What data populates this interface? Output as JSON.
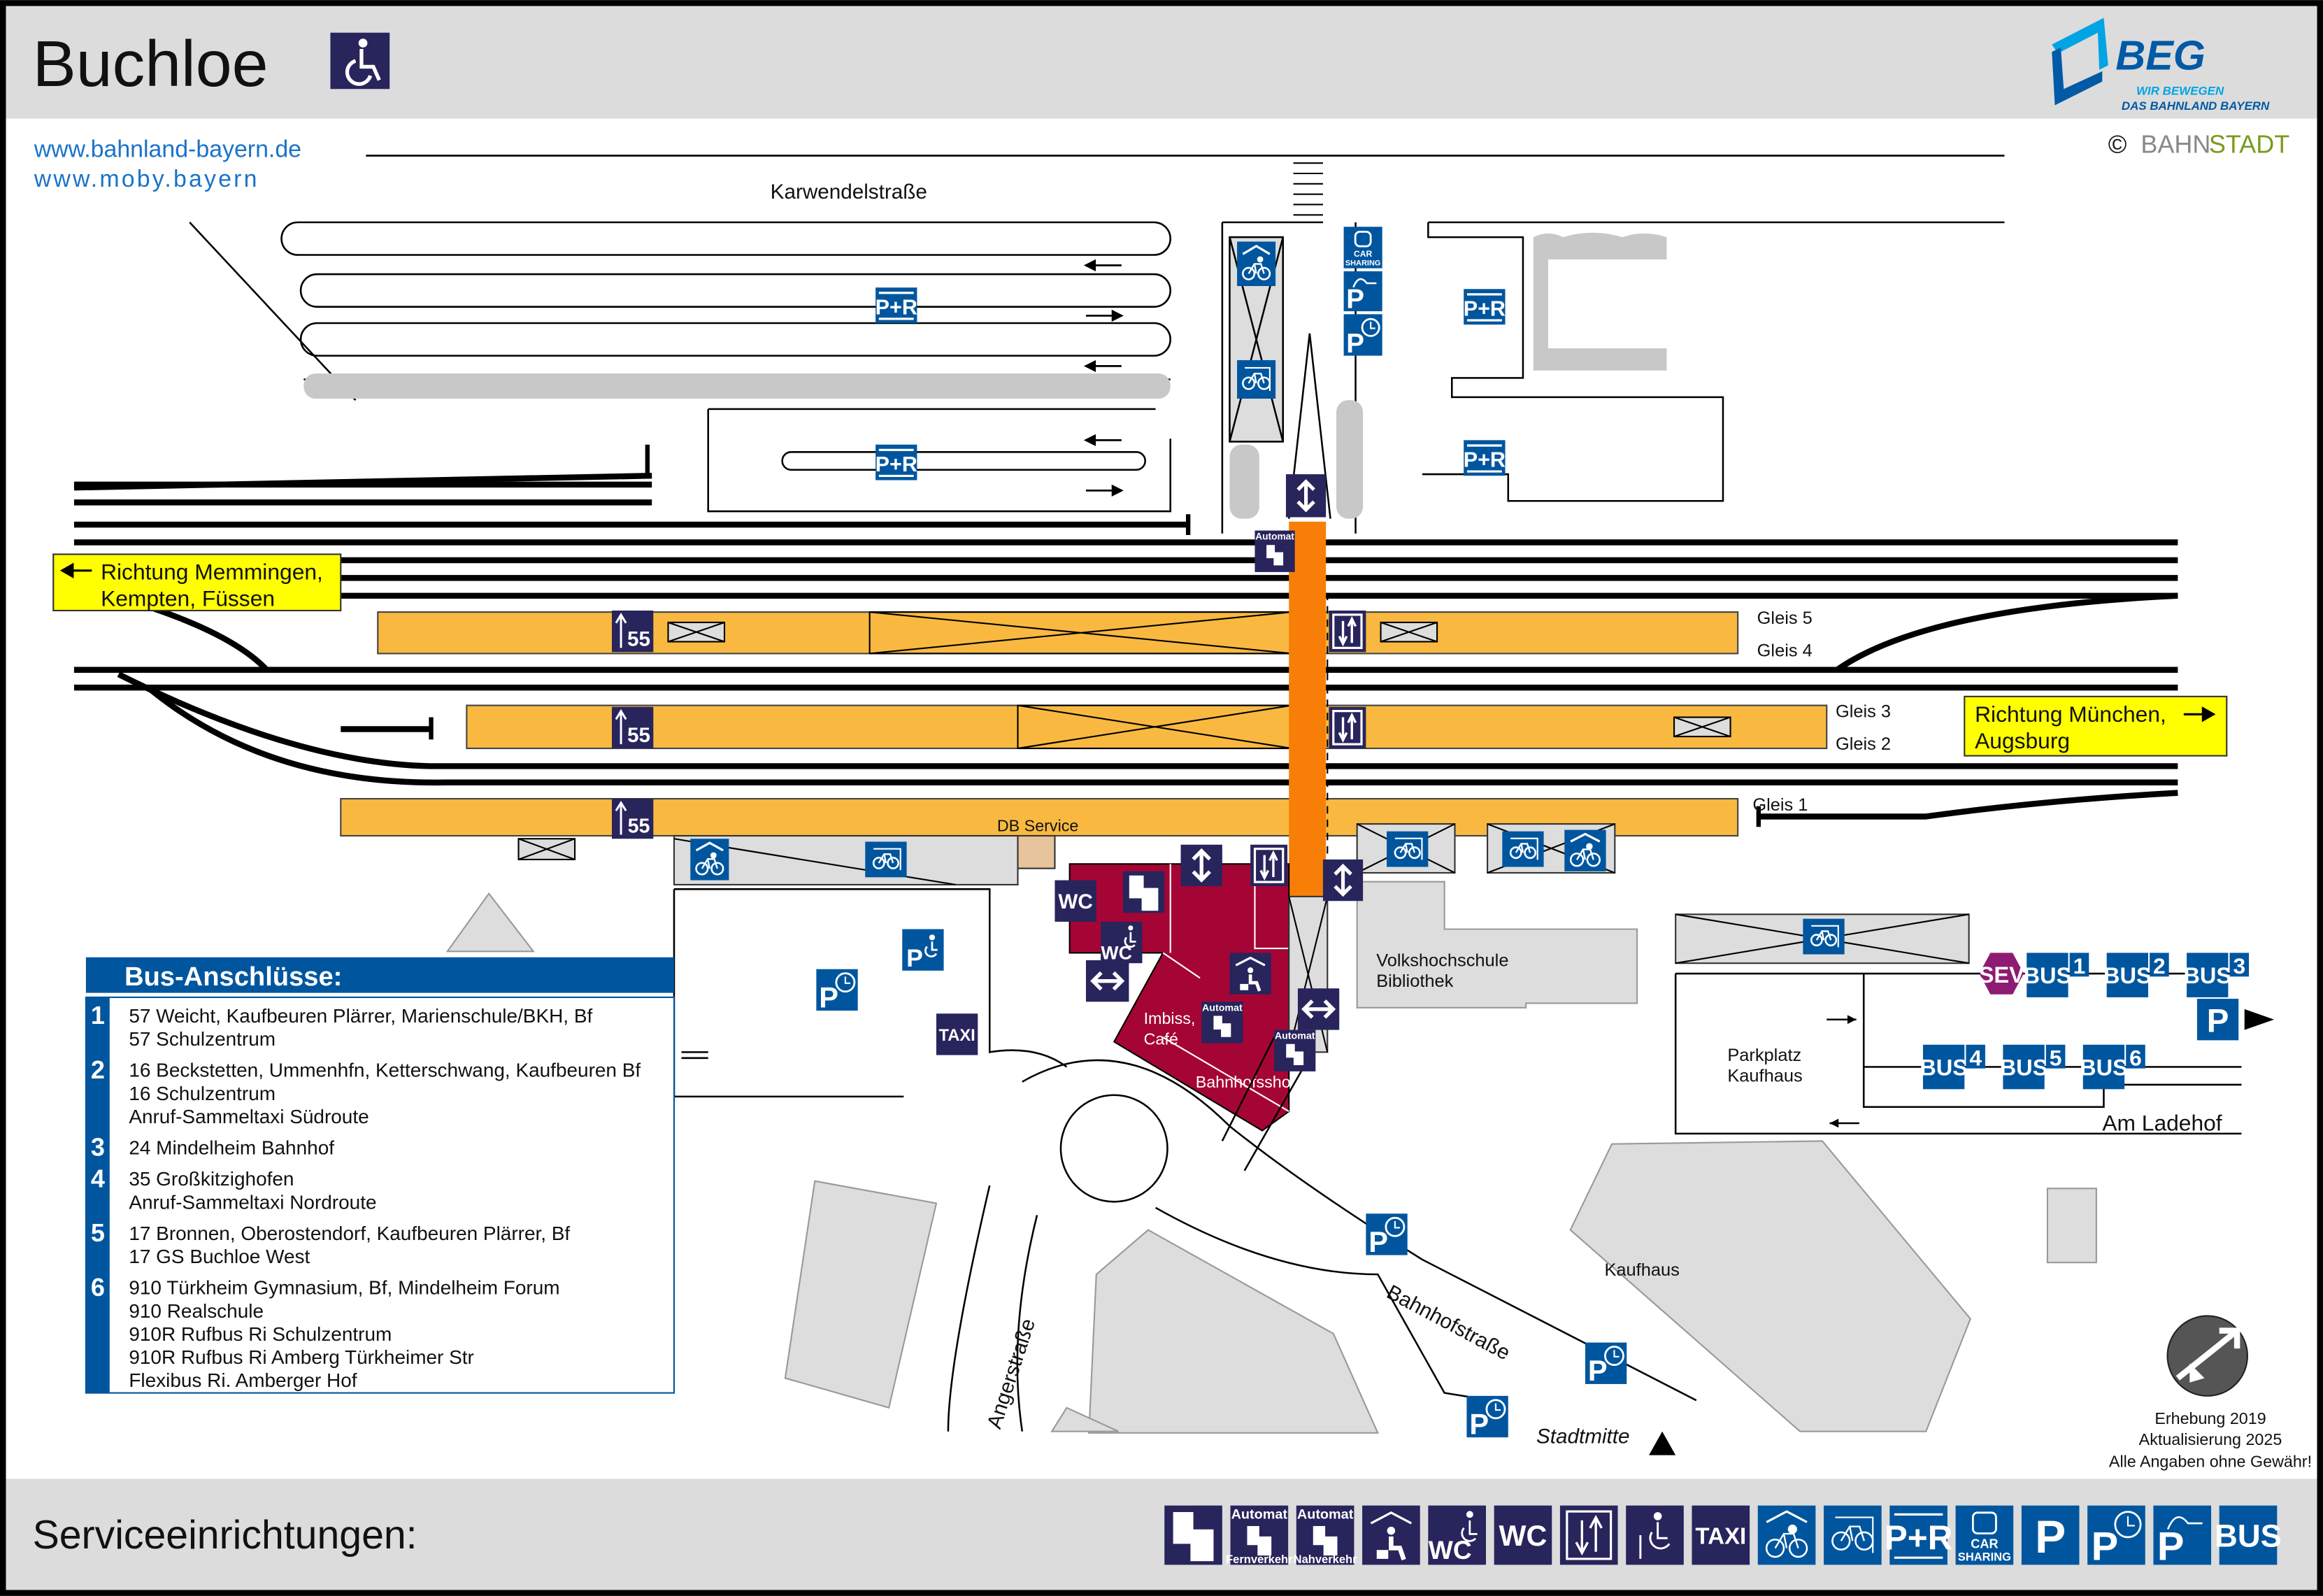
{
  "header": {
    "title": "Buchloe",
    "links": [
      "www.bahnland-bayern.de",
      "www.moby.bayern"
    ],
    "logo": {
      "name": "BEG",
      "tagline1": "WIR BEWEGEN",
      "tagline2": "DAS BAHNLAND BAYERN"
    },
    "copyright_symbol": "©",
    "copyright_brand_a": "BAHN",
    "copyright_brand_b": "STADT"
  },
  "map": {
    "streets": {
      "karwendel": "Karwendelstraße",
      "bahnhof": "Bahnhofstraße",
      "anger": "Angerstraße",
      "ladehof": "Am Ladehof",
      "stadtmitte": "Stadtmitte"
    },
    "directions": {
      "memmingen": [
        "Richtung Memmingen,",
        "Kempten, Füssen"
      ],
      "muenchen": [
        "Richtung München,",
        "Augsburg"
      ]
    },
    "tracks": {
      "g1": "Gleis 1",
      "g2": "Gleis 2",
      "g3": "Gleis 3",
      "g4": "Gleis 4",
      "g5": "Gleis 5"
    },
    "places": {
      "db_service": "DB Service",
      "imbiss": [
        "Imbiss,",
        "Café"
      ],
      "shop": "Bahnhofsshop",
      "vhs": [
        "Volkshochschule",
        "Bibliothek"
      ],
      "parkplatz": [
        "Parkplatz",
        "Kaufhaus"
      ],
      "kaufhaus": "Kaufhaus"
    },
    "bus_stops": [
      "1",
      "2",
      "3",
      "4",
      "5",
      "6"
    ]
  },
  "icons": {
    "wc": "WC",
    "p": "P",
    "pr": "P+R",
    "taxi": "TAXI",
    "bus": "BUS",
    "sev": "SEV",
    "automat": "Automat",
    "car": "CAR",
    "sharing": "SHARING",
    "fern": "Fernverkehr",
    "nah": "Nahverkehr",
    "platform_height": "55",
    "ticket_1": "1",
    "ticket_2": "2"
  },
  "bus_connections": {
    "title": "Bus-Anschlüsse:",
    "groups": [
      {
        "num": "1",
        "lines": [
          "57 Weicht, Kaufbeuren Plärrer, Marienschule/BKH, Bf",
          "57 Schulzentrum"
        ]
      },
      {
        "num": "2",
        "lines": [
          "16 Beckstetten, Ummenhfn, Ketterschwang, Kaufbeuren Bf",
          "16 Schulzentrum",
          "Anruf-Sammeltaxi Südroute"
        ]
      },
      {
        "num": "3",
        "lines": [
          "24 Mindelheim Bahnhof"
        ]
      },
      {
        "num": "4",
        "lines": [
          "35 Großkitzighofen",
          "Anruf-Sammeltaxi Nordroute"
        ]
      },
      {
        "num": "5",
        "lines": [
          "17 Bronnen, Oberostendorf, Kaufbeuren Plärrer, Bf",
          "17 GS Buchloe West"
        ]
      },
      {
        "num": "6",
        "lines": [
          "910 Türkheim Gymnasium, Bf, Mindelheim Forum",
          "910 Realschule",
          "910R Rufbus Ri Schulzentrum",
          "910R Rufbus Ri Amberg Türkheimer Str",
          "Flexibus Ri. Amberger Hof"
        ]
      }
    ]
  },
  "notes": {
    "survey": "Erhebung 2019",
    "update": "Aktualisierung 2025",
    "disclaimer": "Alle Angaben ohne Gewähr!"
  },
  "footer": {
    "title": "Serviceeinrichtungen:"
  },
  "colors": {
    "navy": "#28245c",
    "blue": "#00569e",
    "platform": "#f9b941",
    "walkway": "#f77f08",
    "building": "#a50534",
    "direction": "#ffff00",
    "sev": "#8e1b72"
  }
}
